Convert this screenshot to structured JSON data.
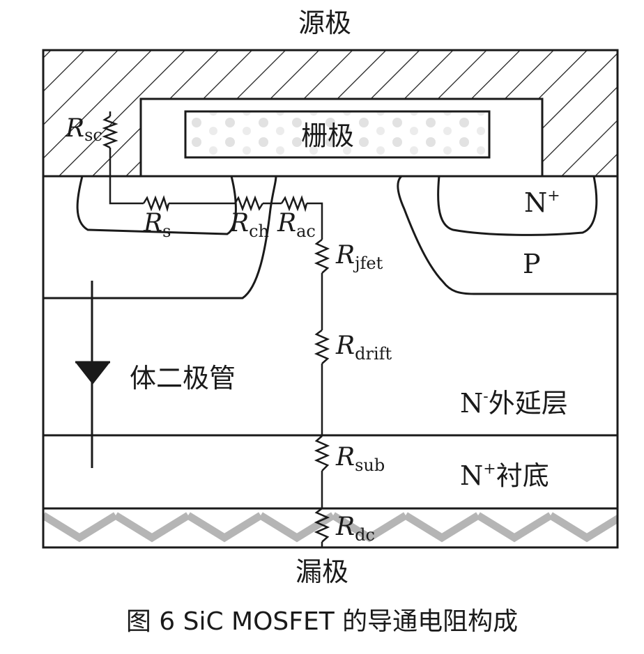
{
  "labels": {
    "source": "源极",
    "gate": "栅极",
    "drain": "漏极",
    "body_diode": "体二极管",
    "p_region": "P",
    "n_plus_main": "N",
    "n_plus_sup": "+",
    "epi_main": "N",
    "epi_sup": "-",
    "epi_text": "外延层",
    "sub_main": "N",
    "sub_sup": "+",
    "sub_text": "衬底"
  },
  "resistors": [
    {
      "main": "R",
      "sub": "sc"
    },
    {
      "main": "R",
      "sub": "s"
    },
    {
      "main": "R",
      "sub": "ch"
    },
    {
      "main": "R",
      "sub": "ac"
    },
    {
      "main": "R",
      "sub": "jfet"
    },
    {
      "main": "R",
      "sub": "drift"
    },
    {
      "main": "R",
      "sub": "sub"
    },
    {
      "main": "R",
      "sub": "dc"
    }
  ],
  "caption": "图 6  SiC MOSFET 的导通电阻构成"
}
